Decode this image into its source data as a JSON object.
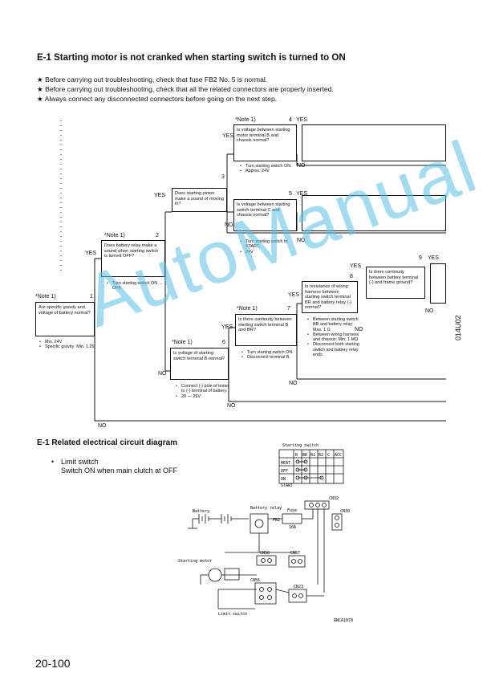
{
  "title": "E-1  Starting motor is not cranked when starting switch is turned to ON",
  "notes": [
    "★ Before carrying out troubleshooting, check that fuse FB2 No. 5 is normal.",
    "★ Before carrying out troubleshooting, check that all the related connectors are properly inserted.",
    "★ Always connect any disconnected connectors before going on the next step."
  ],
  "steps": {
    "s1": {
      "note": "*Note 1)",
      "num": "1",
      "text": "Are specific gravity and voltage of battery normal?",
      "items": [
        "Min. 24V",
        "Specific gravity: Min. 1.26"
      ]
    },
    "s2": {
      "note": "*Note 1)",
      "num": "2",
      "text": "Does battery relay make a sound when starting switch is turned OFF?",
      "items": [
        "Turn starting switch ON → OFF."
      ]
    },
    "s3": {
      "num": "3",
      "text": "Does starting pinion make a sound of moving in?"
    },
    "s4": {
      "note": "*Note 1)",
      "num": "4",
      "text": "Is voltage between starting motor terminal B and chassis normal?",
      "items": [
        "Turn starting switch ON.",
        "Approx. 24V"
      ]
    },
    "s5": {
      "num": "5",
      "text": "Is voltage between starting switch terminal C and chassis normal?",
      "items": [
        "Turn starting switch to START.",
        "24V"
      ]
    },
    "s6": {
      "note": "*Note 1)",
      "num": "6",
      "text": "Is voltage of starting switch terminal B normal?",
      "items": [
        "Connect (-) pole of tester to (-) terminal of battery.",
        "20 — 29V"
      ]
    },
    "s7": {
      "note": "*Note 1)",
      "num": "7",
      "text": "Is there continuity between starting switch terminal B and BR?",
      "items": [
        "Turn starting switch ON.",
        "Disconnect terminal B."
      ]
    },
    "s8": {
      "num": "8",
      "text": "Is resistance of wiring harness between starting switch terminal BR and battery relay (-) normal?",
      "items": [
        "Between starting switch BR and battery relay Max. 1 Ω",
        "Between wiring harness and chassis: Min. 1 MΩ",
        "Disconnect both starting switch and battery relay ends."
      ]
    },
    "s9": {
      "num": "9",
      "text": "Is there continuity between battery terminal (-) and frame ground?"
    }
  },
  "yes": "YES",
  "no": "NO",
  "circuit_title": "E-1  Related electrical circuit diagram",
  "limit": {
    "bullet": "•",
    "line1": "Limit switch",
    "line2": "Switch ON when main clutch at OFF"
  },
  "circuit_labels": {
    "starting_switch": "Starting switch",
    "cols": [
      "B",
      "BR",
      "R1",
      "R2",
      "C",
      "ACC"
    ],
    "rows": [
      "HEAT",
      "OFF",
      "ON",
      "START"
    ],
    "battery": "Battery",
    "battery_relay": "Battery relay",
    "fuse": "Fuse",
    "fb2": "FB2",
    "fuse_amp": "10A",
    "starting_motor": "Starting motor",
    "limit_switch": "Limit switch",
    "cn32": "CN32",
    "cn30": "CN30",
    "cn58": "CN58",
    "cn57": "CN57",
    "cn55": "CN55",
    "cn23": "CN23",
    "ref": "RNCA1078"
  },
  "side_code": "014U02",
  "watermark": "AutoManual",
  "page_number": "20-100"
}
